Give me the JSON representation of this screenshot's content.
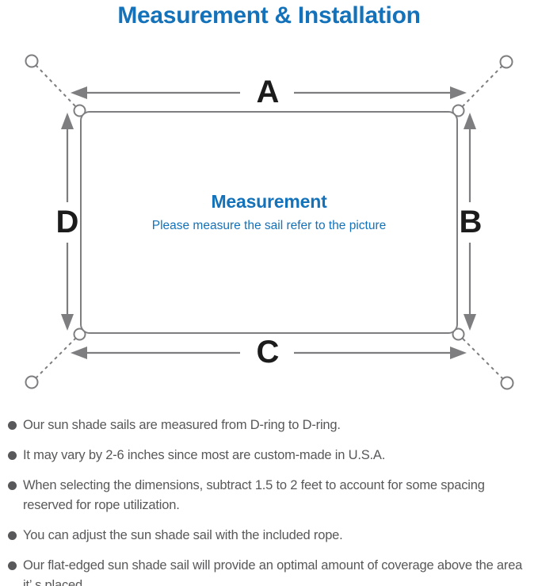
{
  "title": "Measurement & Installation",
  "diagram": {
    "heading": "Measurement",
    "subheading": "Please measure the sail refer to the picture",
    "labels": {
      "a": "A",
      "b": "B",
      "c": "C",
      "d": "D"
    }
  },
  "notes": [
    "Our sun shade sails are measured from D-ring to D-ring.",
    "It may vary by 2-6 inches since most are custom-made in U.S.A.",
    "When selecting the dimensions, subtract 1.5 to 2 feet to account for some spacing reserved for rope utilization.",
    "You can adjust the sun shade sail with the included rope.",
    "Our flat-edged sun shade sail will provide an optimal amount of coverage above the area it’ s placed."
  ],
  "colors": {
    "accent_blue": "#1472ba",
    "line_gray": "#7e7e81",
    "text_gray": "#58585a",
    "label_black": "#1c1c1c"
  }
}
